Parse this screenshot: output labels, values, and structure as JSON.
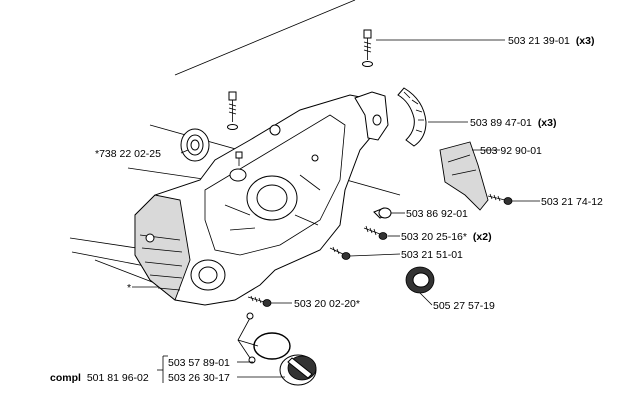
{
  "labels": {
    "screw_top": {
      "part": "503 21 39-01",
      "qty": "(x3)"
    },
    "clip": {
      "part": "503 89 47-01",
      "qty": "(x3)"
    },
    "guard_plate": {
      "part": "503 92 90-01"
    },
    "screw_right": {
      "part": "503 21 74-12"
    },
    "bushing": {
      "part": "503 86 92-01"
    },
    "screw_mid": {
      "part": "503 20 25-16*",
      "qty": "(x2)"
    },
    "screw_small": {
      "part": "503 21 51-01"
    },
    "washer": {
      "part": "505 27 57-19"
    },
    "screw_lower": {
      "part": "503 20 02-20*"
    },
    "bearing": {
      "part": "*738 22 02-25"
    },
    "star": {
      "part": "*"
    },
    "spring": {
      "part": "503 57 89-01"
    },
    "cap": {
      "part": "503 26 30-17"
    },
    "compl": {
      "prefix": "compl",
      "part": "501 81 96-02"
    }
  }
}
